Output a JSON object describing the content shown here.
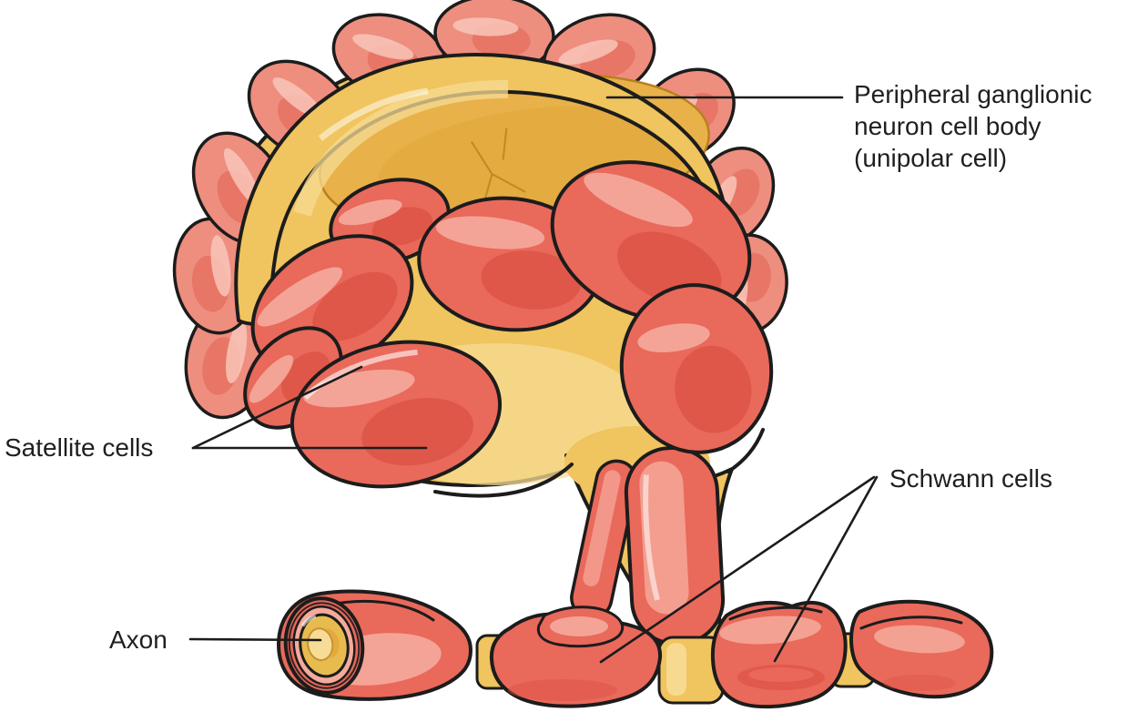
{
  "figure": {
    "background": "#ffffff",
    "labels": {
      "cell_body": {
        "line1": "Peripheral ganglionic",
        "line2": "neuron cell body",
        "line3": "(unipolar cell)"
      },
      "satellite": "Satellite cells",
      "schwann": "Schwann cells",
      "axon": "Axon"
    },
    "colors": {
      "outline": "#1c1c1c",
      "label_text": "#1f1f1f",
      "red_main": "#e9695b",
      "red_dark": "#dc5344",
      "red_back": "#ee8e7e",
      "pink_light": "#f5ab9c",
      "pink_pale": "#f8c5b8",
      "yellow_main": "#f0c45e",
      "yellow_light": "#f7dc95",
      "yellow_deep": "#e2a93e",
      "gold_dish": "#e8b14a",
      "gold_edge": "#b9801f",
      "gold_ring": "#e8bb4e",
      "core_pale": "#f6dc96"
    }
  }
}
